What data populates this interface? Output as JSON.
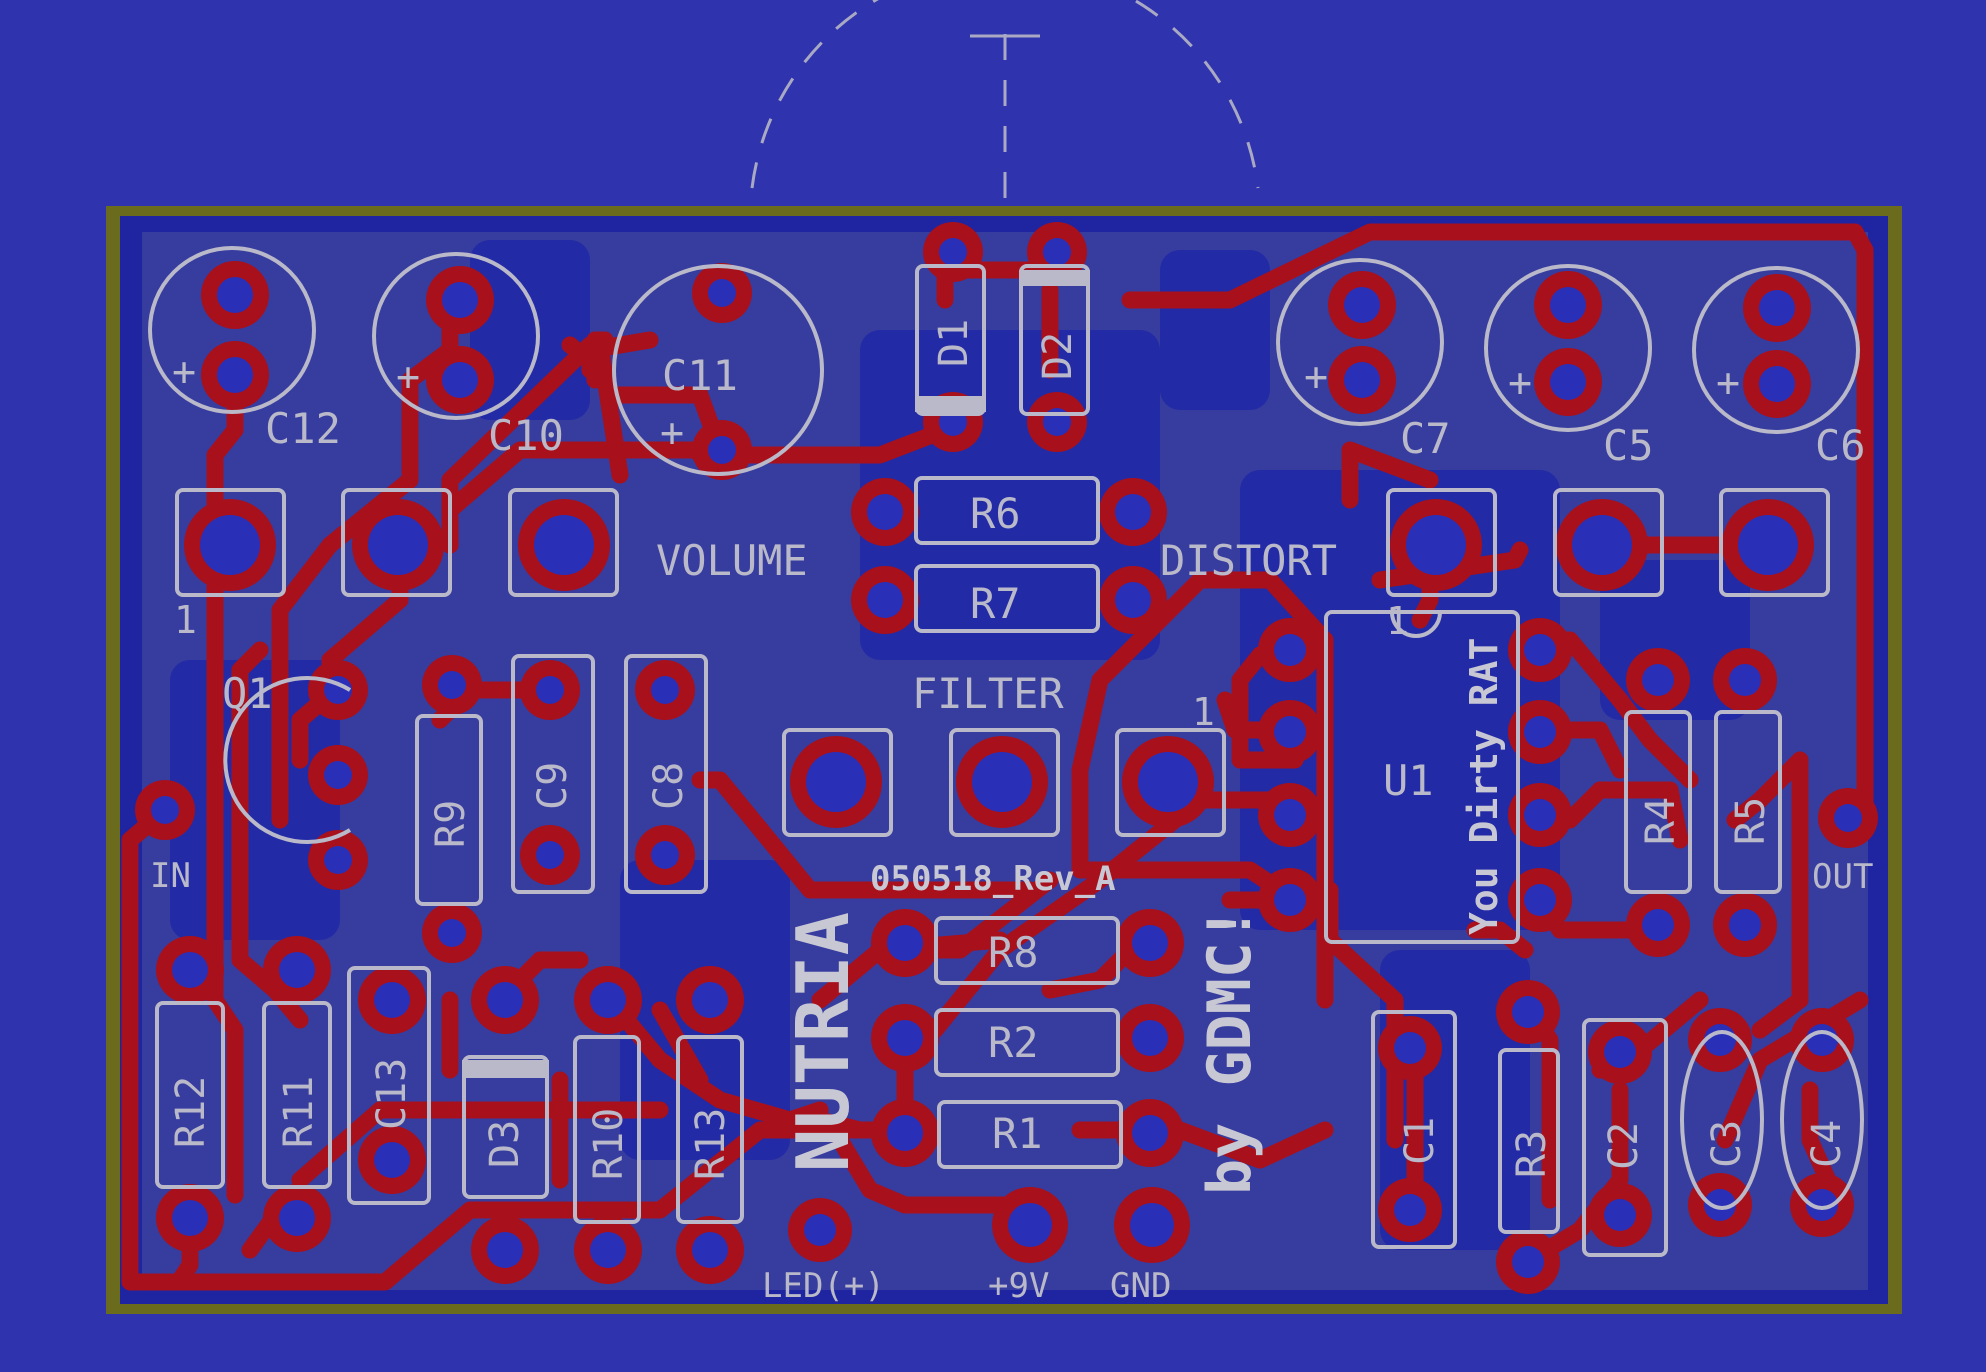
{
  "colors": {
    "background": "#2f33ad",
    "board_edge": "#6b6b1e",
    "board": "#1f24a0",
    "ground_fill": "#3a3f9e",
    "copper": "#a8101c",
    "silkscreen": "#b9b9c9",
    "drill": "#2a2fb8"
  },
  "board": {
    "project": "NUTRIA",
    "author": "by GDMC!",
    "revision": "050518_Rev_A",
    "chip_label": "You Dirty RAT"
  },
  "pots": {
    "volume": "VOLUME",
    "filter": "FILTER",
    "distort": "DISTORT",
    "pin1": "1"
  },
  "io": {
    "in": "IN",
    "out": "OUT",
    "led": "LED(+)",
    "vplus": "+9V",
    "gnd": "GND"
  },
  "components": {
    "C12": "C12",
    "C10": "C10",
    "C11": "C11",
    "C7": "C7",
    "C5": "C5",
    "C6": "C6",
    "D1": "D1",
    "D2": "D2",
    "D3": "D3",
    "R6": "R6",
    "R7": "R7",
    "R8": "R8",
    "R2": "R2",
    "R1": "R1",
    "R9": "R9",
    "R4": "R4",
    "R5": "R5",
    "R3": "R3",
    "R10": "R10",
    "R11": "R11",
    "R12": "R12",
    "R13": "R13",
    "C9": "C9",
    "C8": "C8",
    "C13": "C13",
    "C1": "C1",
    "C2": "C2",
    "C3": "C3",
    "C4": "C4",
    "Q1": "Q1",
    "U1": "U1"
  },
  "polarity_mark": "+"
}
